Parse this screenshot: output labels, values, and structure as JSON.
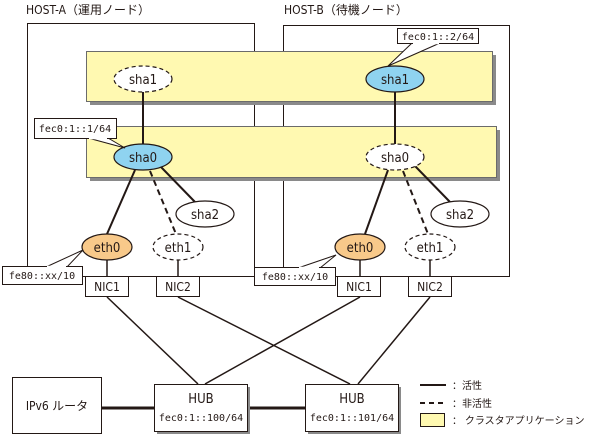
{
  "hosts": {
    "a": {
      "title": "HOST-A（運用ノード）"
    },
    "b": {
      "title": "HOST-B（待機ノード）"
    }
  },
  "interfaces": {
    "a_sha1": {
      "label": "sha1",
      "state": "inactive"
    },
    "a_sha0": {
      "label": "sha0",
      "state": "active"
    },
    "a_sha2": {
      "label": "sha2",
      "state": "active"
    },
    "a_eth0": {
      "label": "eth0",
      "state": "active"
    },
    "a_eth1": {
      "label": "eth1",
      "state": "inactive"
    },
    "b_sha1": {
      "label": "sha1",
      "state": "active"
    },
    "b_sha0": {
      "label": "sha0",
      "state": "inactive"
    },
    "b_sha2": {
      "label": "sha2",
      "state": "active"
    },
    "b_eth0": {
      "label": "eth0",
      "state": "active"
    },
    "b_eth1": {
      "label": "eth1",
      "state": "inactive"
    }
  },
  "callouts": {
    "a_sha0_addr": "fec0:1::1/64",
    "b_sha1_addr": "fec0:1::2/64",
    "a_eth0_addr": "fe80::xx/10",
    "b_eth0_addr": "fe80::xx/10"
  },
  "nics": {
    "a_nic1": "NIC1",
    "a_nic2": "NIC2",
    "b_nic1": "NIC1",
    "b_nic2": "NIC2"
  },
  "hubs": {
    "hub1": {
      "label": "HUB",
      "addr": "fec0:1::100/64"
    },
    "hub2": {
      "label": "HUB",
      "addr": "fec0:1::101/64"
    }
  },
  "router": {
    "label": "IPv6 ルータ"
  },
  "legend": {
    "active": "：活性",
    "inactive": "：非活性",
    "cluster_app": "： クラスタアプリケーション"
  },
  "colors": {
    "cluster_app_fill": "#fff9b1",
    "active_sha_fill": "#8fd3f0",
    "active_eth_fill": "#f8c98a",
    "line": "#231815",
    "shadow": "#8a8a8a"
  }
}
